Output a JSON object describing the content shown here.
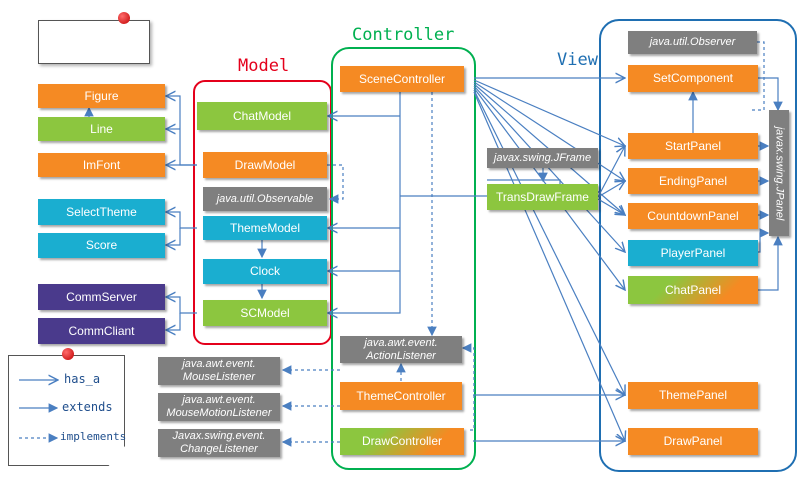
{
  "groups": {
    "model": {
      "label": "Model",
      "color": "#e4001b"
    },
    "controller": {
      "label": "Controller",
      "color": "#00b050"
    },
    "view": {
      "label": "View",
      "color": "#1f6fb2"
    }
  },
  "colors": {
    "arrow": "#4a7fc1",
    "orange": "#f58a23",
    "green": "#8cc63f",
    "cyan": "#1aaed0",
    "purple": "#4a3a8c",
    "gray": "#7f7f7f"
  },
  "left_classes": {
    "figure": "Figure",
    "line": "Line",
    "imfont": "ImFont",
    "select_theme": "SelectTheme",
    "score": "Score",
    "comm_server": "CommServer",
    "comm_cliant": "CommCliant"
  },
  "model_classes": {
    "chat_model": "ChatModel",
    "draw_model": "DrawModel",
    "observable": "java.util.Observable",
    "theme_model": "ThemeModel",
    "clock": "Clock",
    "sc_model": "SCModel"
  },
  "controller_classes": {
    "scene_controller": "SceneController",
    "action_listener_1": "java.awt.event.",
    "action_listener_2": "ActionListener",
    "theme_controller": "ThemeController",
    "draw_controller": "DrawController"
  },
  "listeners": {
    "mouse_1": "java.awt.event.",
    "mouse_2": "MouseListener",
    "motion_1": "java.awt.event.",
    "motion_2": "MouseMotionListener",
    "change_1": "Javax.swing.event.",
    "change_2": "ChangeListener"
  },
  "middle": {
    "jframe": "javax.swing.JFrame",
    "trans_draw_frame": "TransDrawFrame"
  },
  "view_classes": {
    "observer": "java.util.Observer",
    "set_component": "SetComponent",
    "start_panel": "StartPanel",
    "ending_panel": "EndingPanel",
    "countdown_panel": "CountdownPanel",
    "player_panel": "PlayerPanel",
    "chat_panel": "ChatPanel",
    "jpanel": "javax.swing.JPanel",
    "theme_panel": "ThemePanel",
    "draw_panel": "DrawPanel"
  },
  "legend": {
    "has_a": "has_a",
    "extends": "extends",
    "implements": "implements"
  }
}
